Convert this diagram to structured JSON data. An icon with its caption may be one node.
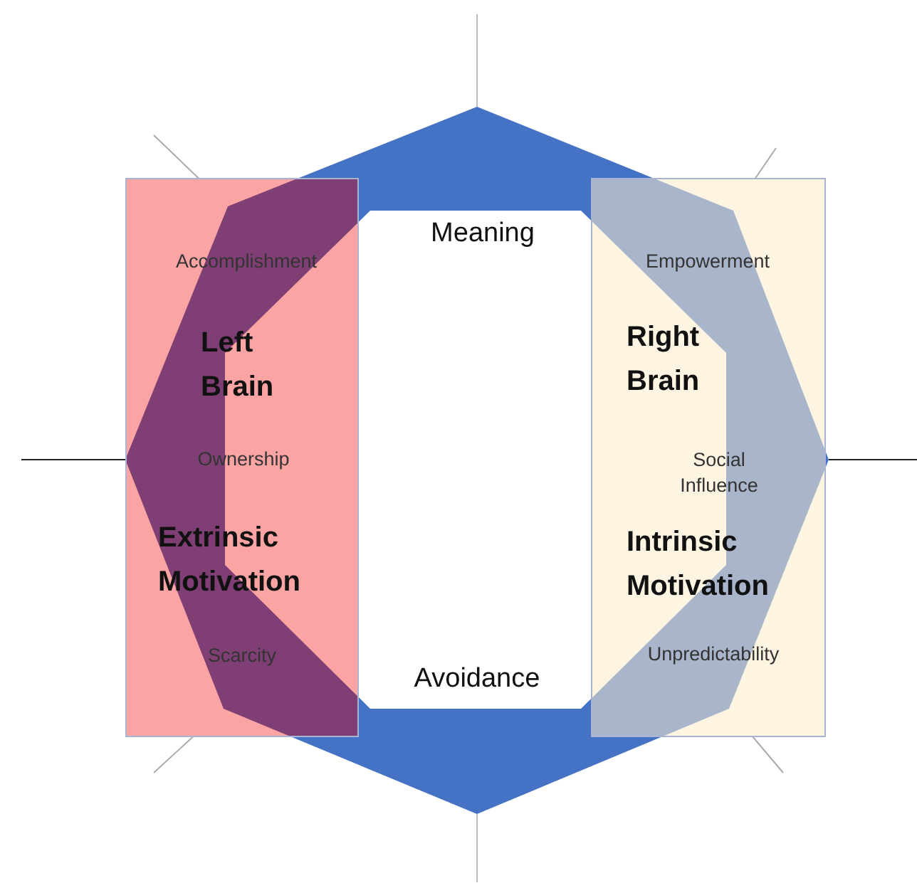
{
  "diagram": {
    "nodes": [
      {
        "text": [
          "Left Brain",
          "Extrinsic Motivation"
        ]
      },
      {
        "text": [
          "Right Brain",
          "Intrinsic Motivation"
        ]
      }
    ],
    "labels": [
      "Meaning",
      "Accomplishment",
      "Empowerment",
      "Ownership",
      "Social Influence",
      "Scarcity",
      "Unpredictability",
      "Avoidance"
    ]
  }
}
